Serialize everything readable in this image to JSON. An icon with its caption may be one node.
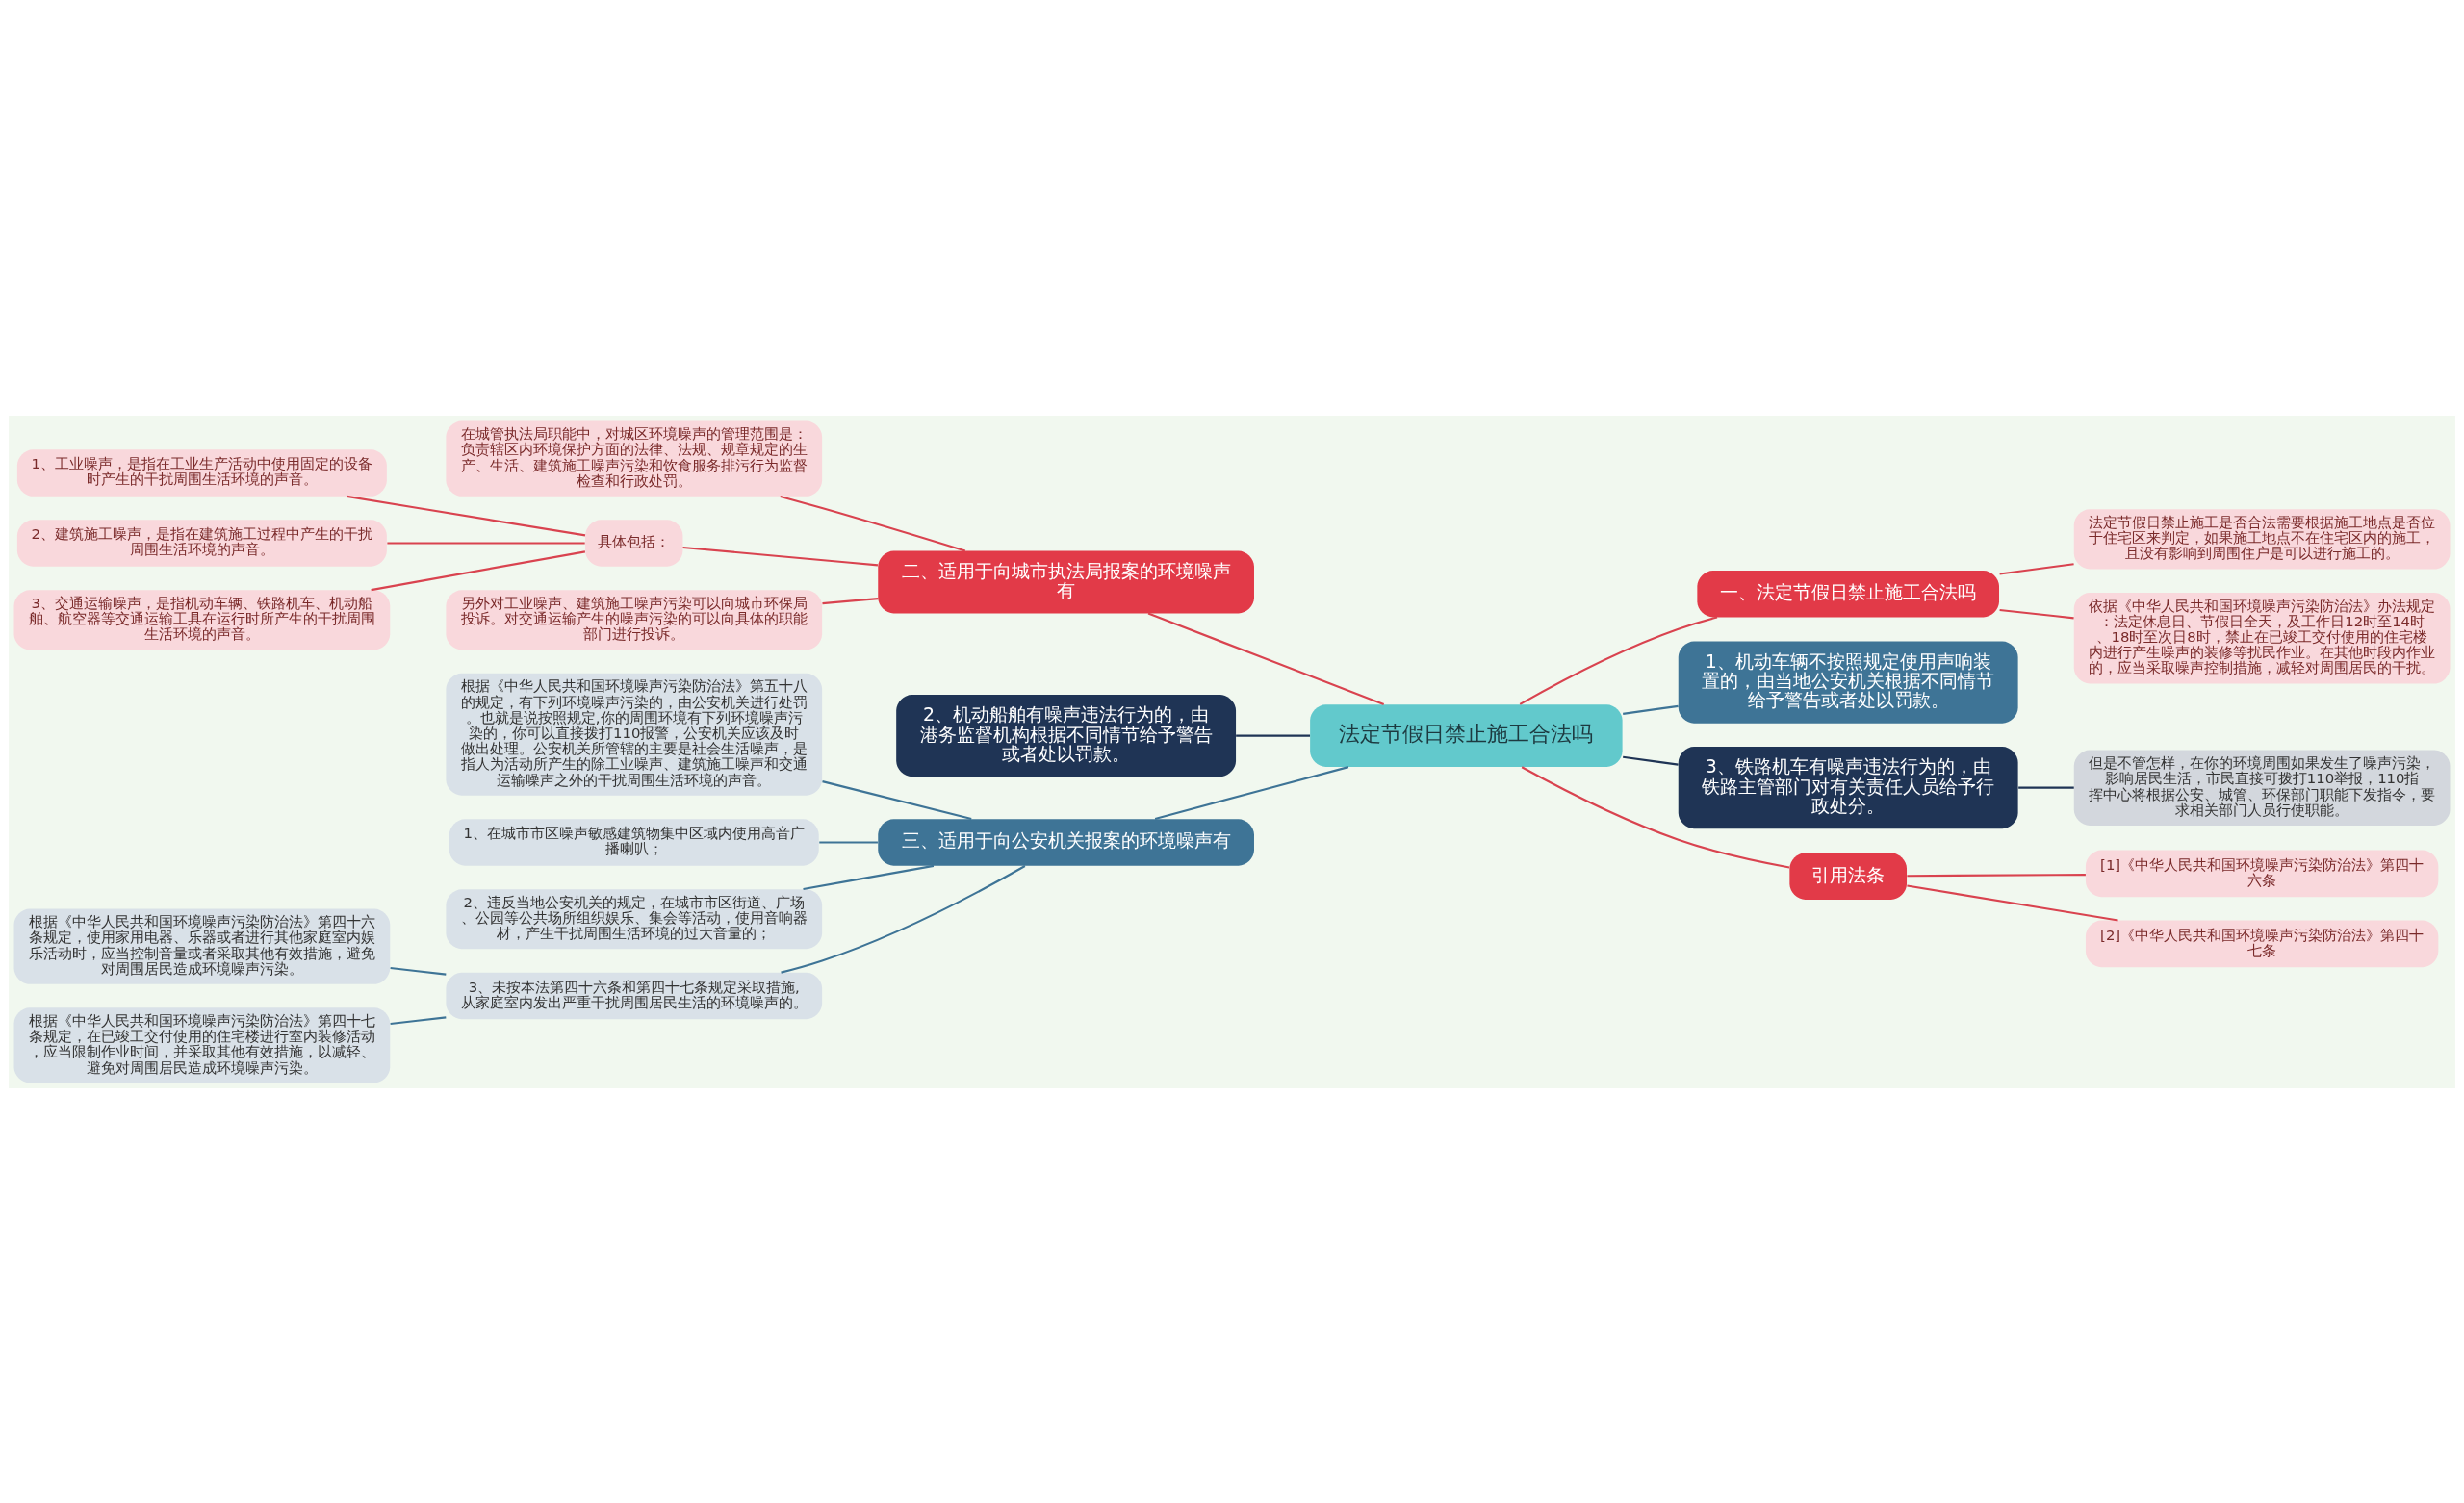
{
  "diagram": {
    "nodes": [
      {
        "text": [
          "法定节假日禁止施工合法吗"
        ]
      },
      {
        "text": [
          "一、法定节假日禁止施工合法吗"
        ]
      },
      {
        "text": [
          "法定节假日禁止施工是否合法需要根据施工地点是否位于住宅区来判定，如果施工地点不在住宅区内的施工，且没有影响到周围住户是可以进行施工的。"
        ]
      },
      {
        "text": [
          "依据《中华人民共和国环境噪声污染防治法》办法规定：法定休息日、节假日全天，及工作日12时至14时、18时至次日8时，禁止在已竣工交付使用的住宅楼内进行产生噪声的装修等扰民作业。在其他时段内作业的，应当采取噪声控制措施，减轻对周围居民的干扰。"
        ]
      },
      {
        "text": [
          "1、机动车辆不按照规定使用声响装置的，由当地公安机关根据不同情节给予警告或者处以罚款。"
        ]
      },
      {
        "text": [
          "3、铁路机车有噪声违法行为的，由铁路主管部门对有关责任人员给予行政处分。"
        ]
      },
      {
        "text": [
          "但是不管怎样，在你的环境周围如果发生了噪声污染，影响居民生活，市民直接可拨打110举报，110指挥中心将根据公安、城管、环保部门职能下发指令，要求相关部门人员行使职能。"
        ]
      },
      {
        "text": [
          "引用法条"
        ]
      },
      {
        "text": [
          "[1]《中华人民共和国环境噪声污染防治法》第四十六条"
        ]
      },
      {
        "text": [
          "[2]《中华人民共和国环境噪声污染防治法》第四十七条"
        ]
      },
      {
        "text": [
          "二、适用于向城市执法局报案的环境噪声有"
        ]
      },
      {
        "text": [
          "在城管执法局职能中，对城区环境噪声的管理范围是：负责辖区内环境保护方面的法律、法规、规章规定的生产、生活、建筑施工噪声污染和饮食服务排污行为监督检查和行政处罚。"
        ]
      },
      {
        "text": [
          "具体包括："
        ]
      },
      {
        "text": [
          "1、工业噪声，是指在工业生产活动中使用固定的设备时产生的干扰周围生活环境的声音。"
        ]
      },
      {
        "text": [
          "2、建筑施工噪声，是指在建筑施工过程中产生的干扰周围生活环境的声音。"
        ]
      },
      {
        "text": [
          "3、交通运输噪声，是指机动车辆、铁路机车、机动船舶、航空器等交通运输工具在运行时所产生的干扰周围生活环境的声音。"
        ]
      },
      {
        "text": [
          "另外对工业噪声、建筑施工噪声污染可以向城市环保局投诉。对交通运输产生的噪声污染的可以向具体的职能部门进行投诉。"
        ]
      },
      {
        "text": [
          "2、机动船舶有噪声违法行为的，由港务监督机构根据不同情节给予警告或者处以罚款。"
        ]
      },
      {
        "text": [
          "三、适用于向公安机关报案的环境噪声有"
        ]
      },
      {
        "text": [
          "根据《中华人民共和国环境噪声污染防治法》第五十八的规定，有下列环境噪声污染的，由公安机关进行处罚。也就是说按照规定,你的周围环境有下列环境噪声污染的，你可以直接拨打110报警，公安机关应该及时做出处理。公安机关所管辖的主要是社会生活噪声，是指人为活动所产生的除工业噪声、建筑施工噪声和交通运输噪声之外的干扰周围生活环境的声音。"
        ]
      },
      {
        "text": [
          "1、在城市市区噪声敏感建筑物集中区域内使用高音广播喇叭；"
        ]
      },
      {
        "text": [
          "2、违反当地公安机关的规定，在城市市区街道、广场、公园等公共场所组织娱乐、集会等活动，使用音响器材，产生干扰周围生活环境的过大音量的；"
        ]
      },
      {
        "text": [
          "3、未按本法第四十六条和第四十七条规定采取措施,从家庭室内发出严重干扰周围居民生活的环境噪声的。"
        ]
      },
      {
        "text": [
          "根据《中华人民共和国环境噪声污染防治法》第四十六条规定，使用家用电器、乐器或者进行其他家庭室内娱乐活动时，应当控制音量或者采取其他有效措施，避免对周围居民造成环境噪声污染。"
        ]
      },
      {
        "text": [
          "根据《中华人民共和国环境噪声污染防治法》第四十七条规定，在已竣工交付使用的住宅楼进行室内装修活动，应当限制作业时间，并采取其他有效措施，以减轻、避免对周围居民造成环境噪声污染。"
        ]
      }
    ],
    "edges": [
      {
        "from": 0,
        "to": 1,
        "arrow": "none"
      },
      {
        "from": 1,
        "to": 2,
        "arrow": "none"
      },
      {
        "from": 1,
        "to": 3,
        "arrow": "none"
      },
      {
        "from": 0,
        "to": 4,
        "arrow": "none",
        "color": "#3e7496"
      },
      {
        "from": 0,
        "to": 5,
        "arrow": "none",
        "color": "#1f3455"
      },
      {
        "from": 5,
        "to": 6,
        "arrow": "none",
        "color": "#1f3455"
      },
      {
        "from": 0,
        "to": 7,
        "arrow": "none"
      },
      {
        "from": 7,
        "to": 8,
        "arrow": "none"
      },
      {
        "from": 7,
        "to": 9,
        "arrow": "none"
      },
      {
        "from": 0,
        "to": 10,
        "arrow": "none"
      },
      {
        "from": 10,
        "to": 11,
        "arrow": "none"
      },
      {
        "from": 10,
        "to": 12,
        "arrow": "none"
      },
      {
        "from": 12,
        "to": 13,
        "arrow": "none"
      },
      {
        "from": 12,
        "to": 14,
        "arrow": "none"
      },
      {
        "from": 12,
        "to": 15,
        "arrow": "none"
      },
      {
        "from": 10,
        "to": 16,
        "arrow": "none"
      },
      {
        "from": 0,
        "to": 17,
        "arrow": "none",
        "color": "#1f3455"
      },
      {
        "from": 0,
        "to": 18,
        "arrow": "none",
        "color": "#3e7496"
      },
      {
        "from": 18,
        "to": 19,
        "arrow": "none",
        "color": "#3e7496"
      },
      {
        "from": 18,
        "to": 20,
        "arrow": "none",
        "color": "#3e7496"
      },
      {
        "from": 18,
        "to": 21,
        "arrow": "none",
        "color": "#3e7496"
      },
      {
        "from": 18,
        "to": 22,
        "arrow": "none",
        "color": "#3e7496"
      },
      {
        "from": 22,
        "to": 23,
        "arrow": "none",
        "color": "#3e7496"
      },
      {
        "from": 22,
        "to": 24,
        "arrow": "none",
        "color": "#3e7496"
      }
    ]
  }
}
